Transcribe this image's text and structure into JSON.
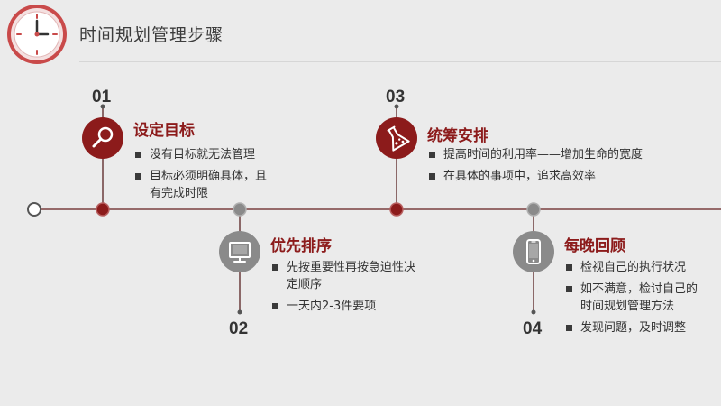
{
  "header": {
    "title": "时间规划管理步骤",
    "clock_icon": "clock-icon"
  },
  "colors": {
    "red": "#8c1b1b",
    "gray": "#8a8a8a",
    "line": "#7b4040",
    "bg": "#ebebeb"
  },
  "steps": [
    {
      "number": "01",
      "title": "设定目标",
      "icon": "magnifier-icon",
      "bullets": [
        "没有目标就无法管理",
        "目标必须明确具体，且有完成时限"
      ]
    },
    {
      "number": "02",
      "title": "优先排序",
      "icon": "monitor-icon",
      "bullets": [
        "先按重要性再按急迫性决定顺序",
        "一天内2-3件要项"
      ]
    },
    {
      "number": "03",
      "title": "统筹安排",
      "icon": "flask-icon",
      "bullets": [
        "提高时间的利用率——增加生命的宽度",
        "在具体的事项中，追求高效率"
      ]
    },
    {
      "number": "04",
      "title": "每晚回顾",
      "icon": "phone-icon",
      "bullets": [
        "检视自己的执行状况",
        "如不满意，检讨自己的时间规划管理方法",
        "发现问题，及时调整"
      ]
    }
  ]
}
